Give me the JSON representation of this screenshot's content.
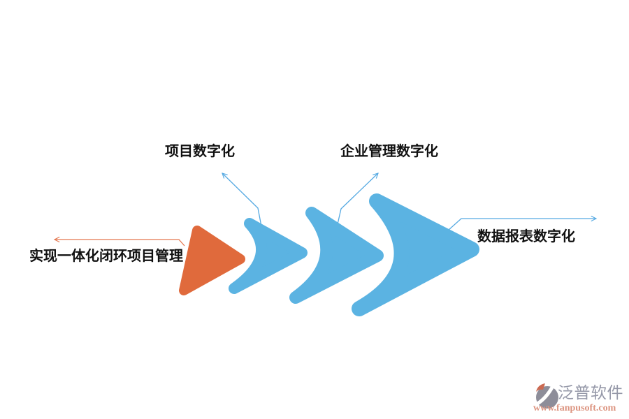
{
  "canvas": {
    "background": "#ffffff",
    "text_color": "#111111"
  },
  "diagram": {
    "description": "four chevron arrows pointing right, increasing in size",
    "steps": [
      {
        "label": "实现一体化闭环项目管理",
        "label_position": "left",
        "shape": "rounded-triangle",
        "shape_color": "#E06A3C",
        "connector_color": "#E4764E"
      },
      {
        "label": "项目数字化",
        "label_position": "top",
        "shape": "chevron",
        "shape_color": "#5BB3E2",
        "connector_color": "#55A9E2"
      },
      {
        "label": "企业管理数字化",
        "label_position": "top",
        "shape": "chevron",
        "shape_color": "#5BB3E2",
        "connector_color": "#55A9E2"
      },
      {
        "label": "数据报表数字化",
        "label_position": "right",
        "shape": "chevron",
        "shape_color": "#5BB3E2",
        "connector_color": "#55A9E2"
      }
    ]
  },
  "watermark": {
    "brand": "泛普软件",
    "url": "www.fanpusoft.com",
    "brand_color": "#9598A8",
    "url_color": "#DC9480",
    "icon_body_color": "#8D8D99",
    "icon_accent_color": "#CB6A52"
  }
}
